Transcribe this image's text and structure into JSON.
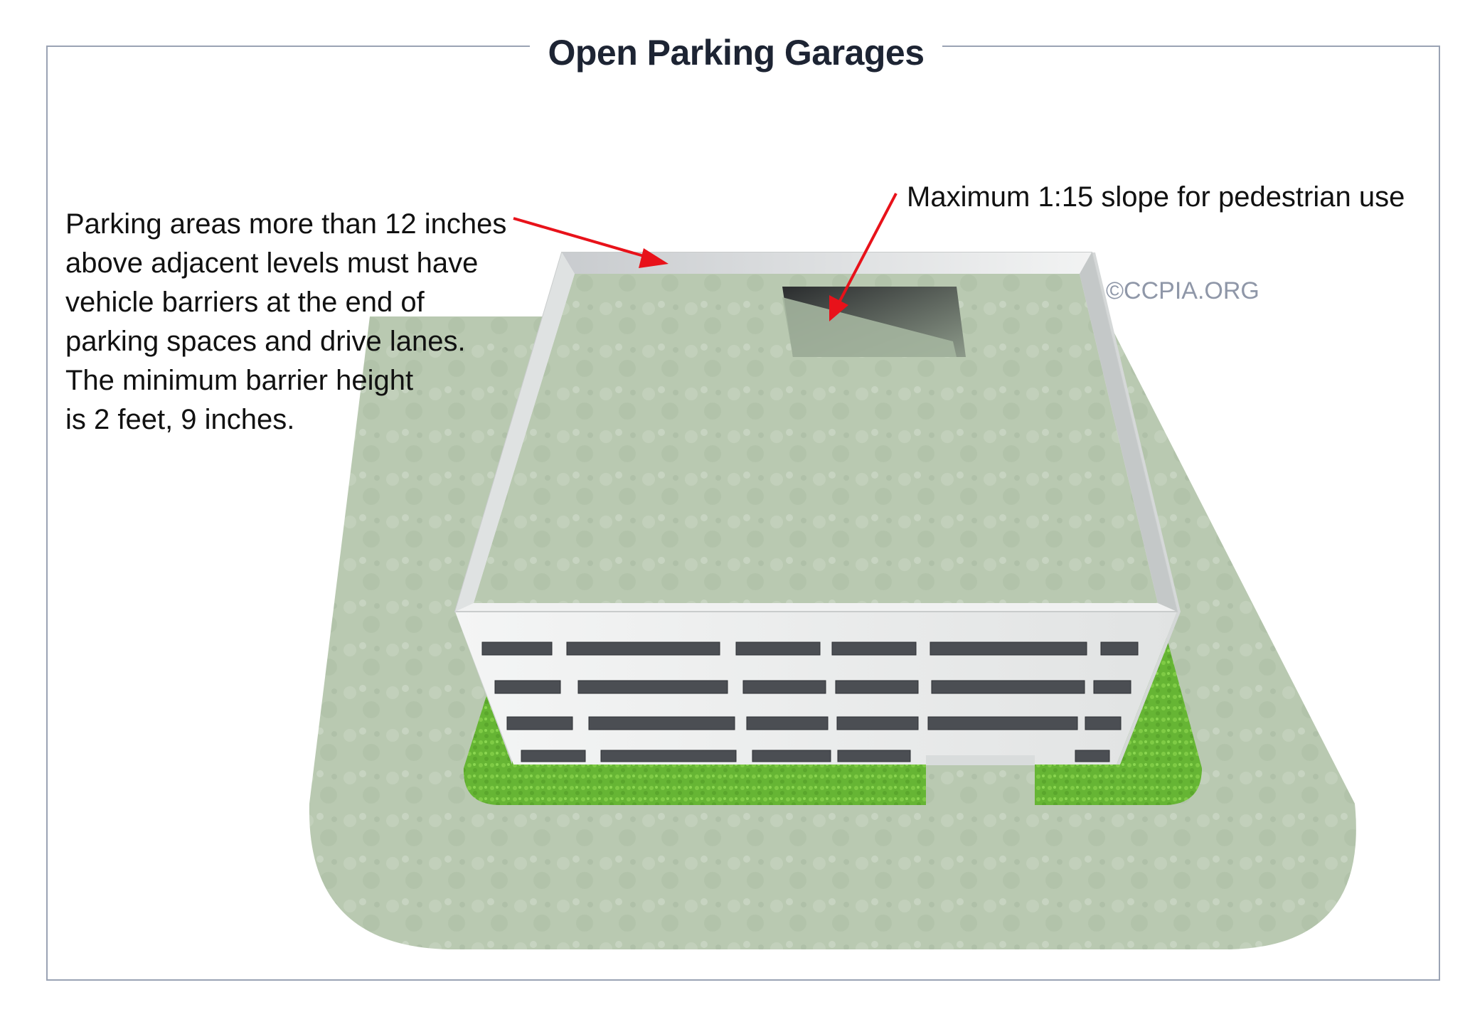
{
  "title": "Open Parking Garages",
  "annotations": {
    "barrier_note_lines": [
      "Parking areas more than 12 inches",
      "above adjacent levels must have",
      "vehicle barriers at the end of",
      "parking spaces and drive lanes.",
      "The minimum barrier height",
      "is 2 feet, 9 inches."
    ],
    "slope_note": "Maximum 1:15 slope for pedestrian use"
  },
  "watermark": "©CCPIA.ORG",
  "colors": {
    "arrow": "#e8121a",
    "title": "#1d2433",
    "frame": "#9aa3b4",
    "concrete": "#b8c9b0",
    "grass": "#6fbf3a",
    "building_wall": "#eceeee",
    "window": "#4a4d52"
  },
  "building": {
    "floors_visible": 4,
    "roof": "open deck with parapet barrier and ramp opening"
  }
}
